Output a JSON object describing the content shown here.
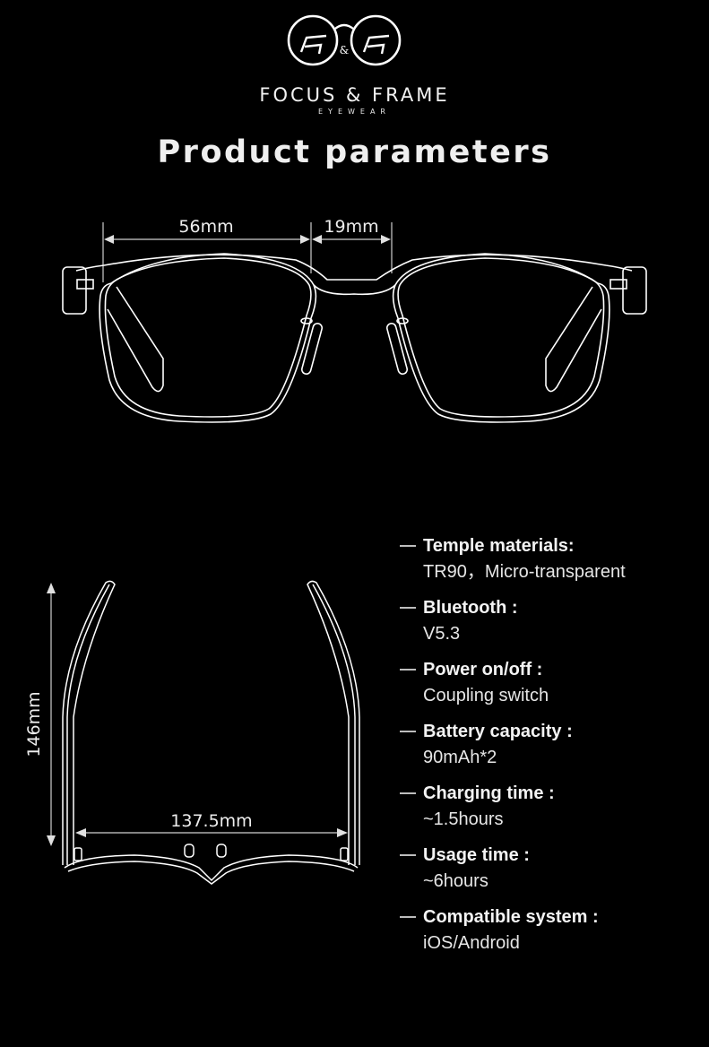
{
  "brand": {
    "logo_icon": "ff-glasses-monogram-icon",
    "logo_ampersand": "&",
    "name": "FOCUS & FRAME",
    "subtitle": "EYEWEAR"
  },
  "page_title": "Product parameters",
  "front_view": {
    "lens_width_label": "56mm",
    "bridge_width_label": "19mm"
  },
  "top_view": {
    "temple_length_label": "146mm",
    "frame_width_label": "137.5mm"
  },
  "specs": [
    {
      "label": "Temple materials:",
      "value": "TR90，Micro-transparent"
    },
    {
      "label": "Bluetooth :",
      "value": "V5.3"
    },
    {
      "label": "Power on/off :",
      "value": "Coupling switch"
    },
    {
      "label": "Battery capacity :",
      "value": "90mAh*2"
    },
    {
      "label": "Charging time :",
      "value": "~1.5hours"
    },
    {
      "label": "Usage time :",
      "value": "~6hours"
    },
    {
      "label": "Compatible system :",
      "value": "iOS/Android"
    }
  ],
  "colors": {
    "background": "#000000",
    "text": "#f0f0f0",
    "line": "#ffffff",
    "dimension_line": "#cfcfcf"
  }
}
